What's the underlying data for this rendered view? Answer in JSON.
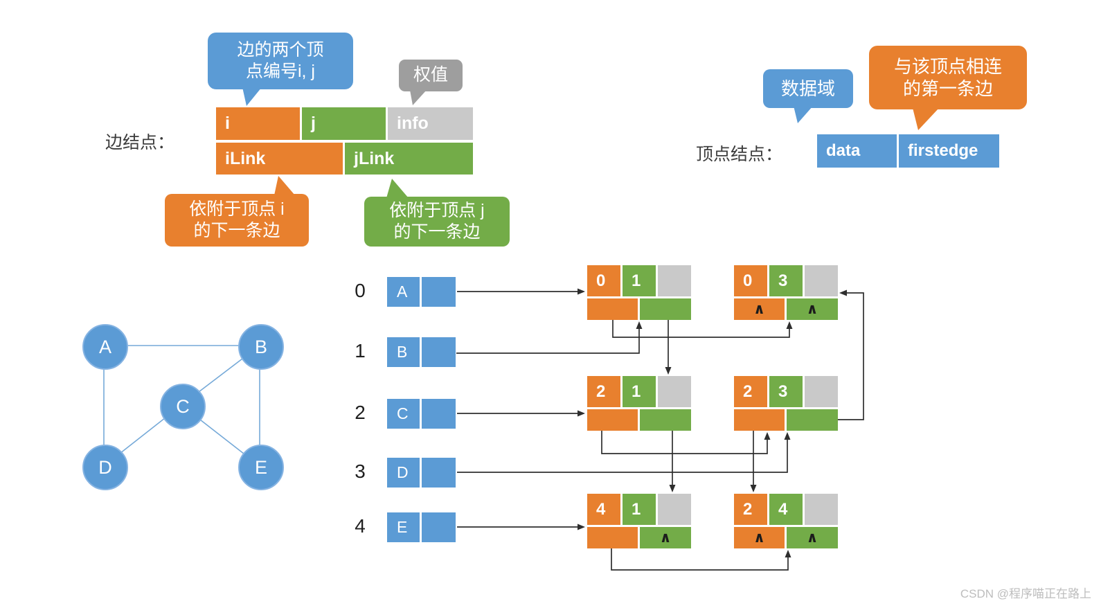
{
  "colors": {
    "blue": "#5B9BD5",
    "orange": "#E8802E",
    "green": "#73AC48",
    "gray_cell": "#C9C9C9",
    "gray_bubble": "#9E9E9E",
    "arrow": "#2e2e2e",
    "graph_edge": "#75A9D8"
  },
  "bubbles": {
    "edge_endpoints": {
      "line1": "边的两个顶",
      "line2": "点编号i, j"
    },
    "weight": {
      "text": "权值"
    },
    "ilink": {
      "line1": "依附于顶点 i",
      "line2": "的下一条边"
    },
    "jlink": {
      "line1": "依附于顶点 j",
      "line2": "的下一条边"
    },
    "data_field": {
      "text": "数据域"
    },
    "firstedge": {
      "line1": "与该顶点相连",
      "line2": "的第一条边"
    }
  },
  "edge_node_struct": {
    "label": "边结点：",
    "i": "i",
    "j": "j",
    "info": "info",
    "ilink": "iLink",
    "jlink": "jLink"
  },
  "vertex_node_struct": {
    "label": "顶点结点：",
    "data": "data",
    "firstedge": "firstedge"
  },
  "graph": {
    "nodes": [
      {
        "label": "A"
      },
      {
        "label": "B"
      },
      {
        "label": "C"
      },
      {
        "label": "D"
      },
      {
        "label": "E"
      }
    ],
    "edges": [
      "A-B",
      "A-D",
      "B-C",
      "B-E",
      "C-D",
      "C-E"
    ]
  },
  "adjacency": {
    "vertices": [
      {
        "index": "0",
        "data": "A"
      },
      {
        "index": "1",
        "data": "B"
      },
      {
        "index": "2",
        "data": "C"
      },
      {
        "index": "3",
        "data": "D"
      },
      {
        "index": "4",
        "data": "E"
      }
    ],
    "edge_nodes": [
      {
        "i": "0",
        "j": "1",
        "info": "",
        "ilink": "",
        "jlink": ""
      },
      {
        "i": "0",
        "j": "3",
        "info": "",
        "ilink": "∧",
        "jlink": "∧"
      },
      {
        "i": "2",
        "j": "1",
        "info": "",
        "ilink": "",
        "jlink": ""
      },
      {
        "i": "2",
        "j": "3",
        "info": "",
        "ilink": "",
        "jlink": ""
      },
      {
        "i": "4",
        "j": "1",
        "info": "",
        "ilink": "",
        "jlink": "∧"
      },
      {
        "i": "2",
        "j": "4",
        "info": "",
        "ilink": "∧",
        "jlink": "∧"
      }
    ]
  },
  "watermark": "CSDN @程序喵正在路上"
}
